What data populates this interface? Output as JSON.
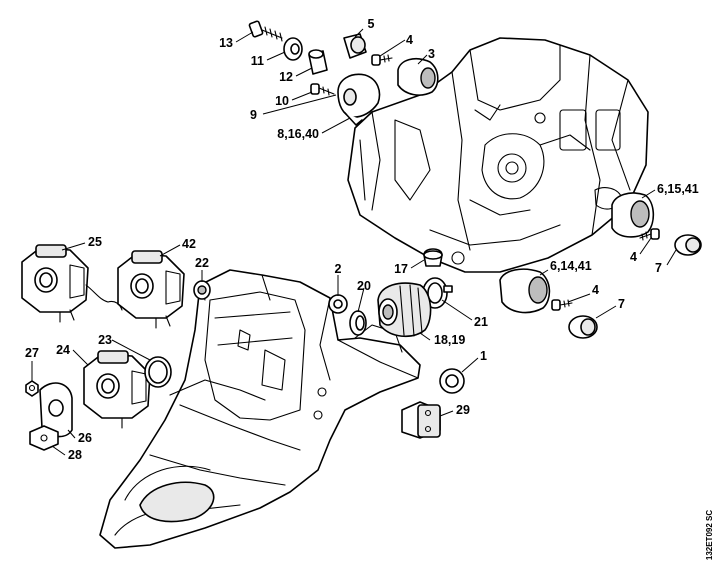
{
  "diagram": {
    "drawing_code": "132ET092 SC",
    "callouts": [
      "13",
      "5",
      "4",
      "3",
      "11",
      "12",
      "10",
      "9",
      "8,16,40",
      "6,15,41",
      "4",
      "7",
      "25",
      "42",
      "22",
      "2",
      "17",
      "6,14,41",
      "20",
      "4",
      "7",
      "21",
      "18,19",
      "23",
      "27",
      "24",
      "1",
      "29",
      "26",
      "28"
    ]
  }
}
